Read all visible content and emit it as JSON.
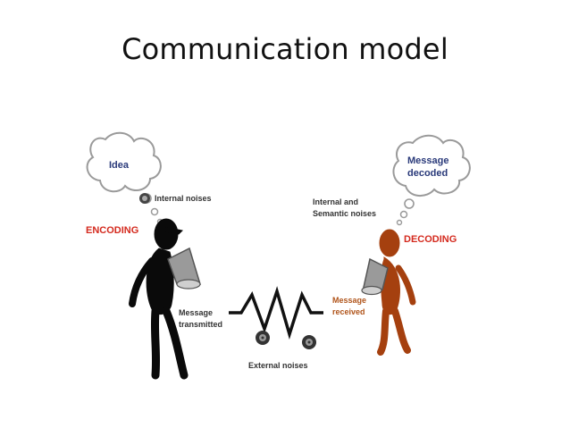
{
  "title": "Communication model",
  "sender": {
    "thought": "Idea",
    "internal_noise": "Internal noises",
    "process": "ENCODING"
  },
  "receiver": {
    "thought_line1": "Message",
    "thought_line2": "decoded",
    "internal_noise_line1": "Internal and",
    "internal_noise_line2": "Semantic noises",
    "process": "DECODING"
  },
  "channel": {
    "transmitted_line1": "Message",
    "transmitted_line2": "transmitted",
    "received_line1": "Message",
    "received_line2": "received",
    "external_noise": "External noises"
  },
  "colors": {
    "process_label": "#d42a1e",
    "received_label": "#b0541a",
    "sender_figure": "#0a0a0a",
    "receiver_figure": "#a5400f",
    "label_text": "#333333"
  }
}
